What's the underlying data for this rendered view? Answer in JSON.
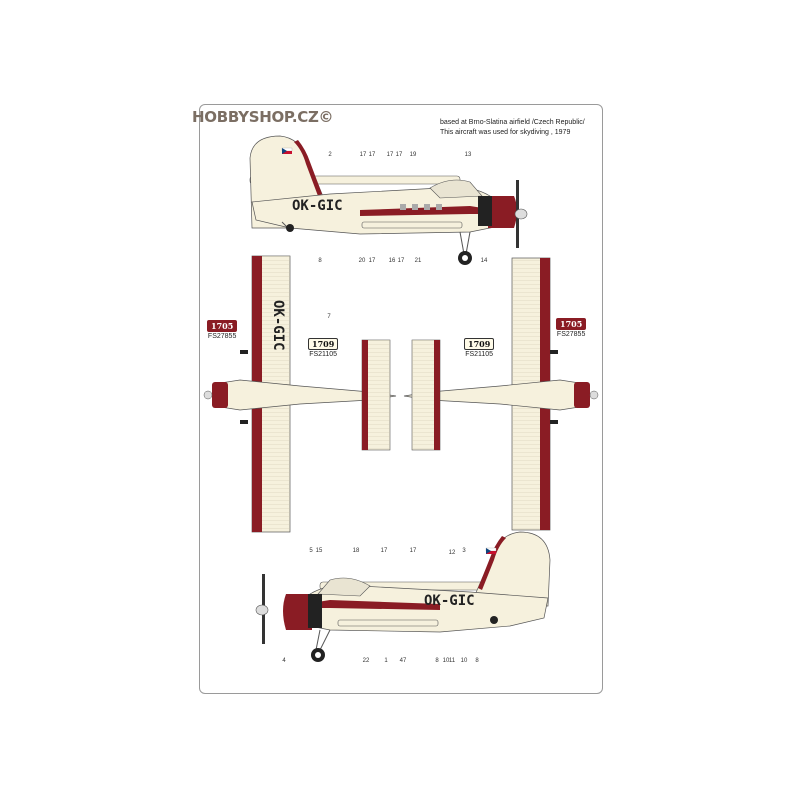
{
  "watermark": "HOBBYSHOP.CZ©",
  "caption": {
    "line1": "based at Brno-Slatina airfield /Czech Republic/",
    "line2": "This aircraft was used for skydiving , 1979"
  },
  "registration": "OK-GIC",
  "colors": {
    "red": "#8a1c24",
    "cream": "#f6f1dd",
    "dark": "#222222"
  },
  "swatches": {
    "left_red": {
      "code": "1705",
      "fs": "FS27855"
    },
    "left_cream": {
      "code": "1709",
      "fs": "FS21105"
    },
    "right_cream": {
      "code": "1709",
      "fs": "FS21105"
    },
    "right_red": {
      "code": "1705",
      "fs": "FS27855"
    }
  },
  "callouts": {
    "top": [
      "2",
      "17",
      "17",
      "17",
      "17",
      "19",
      "13",
      "8",
      "20",
      "17",
      "16",
      "17",
      "21",
      "14"
    ],
    "wing": [
      "7"
    ],
    "bottom": [
      "5",
      "15",
      "18",
      "17",
      "17",
      "12",
      "3",
      "4",
      "22",
      "1",
      "47",
      "8",
      "10",
      "11",
      "10",
      "8"
    ]
  }
}
